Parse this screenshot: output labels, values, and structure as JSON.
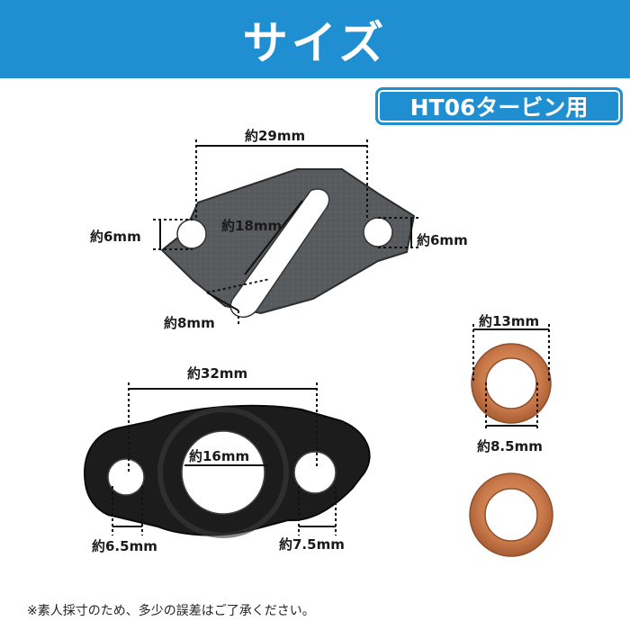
{
  "header": {
    "title": "サイズ"
  },
  "badge": {
    "text": "HT06タービン用"
  },
  "gasket_top": {
    "width_label": "約29mm",
    "slot_length_label": "約18mm",
    "slot_width_label": "約8mm",
    "left_hole_label": "約6mm",
    "right_hole_label": "約6mm"
  },
  "gasket_bottom": {
    "width_label": "約32mm",
    "center_hole_label": "約16mm",
    "left_hole_label": "約6.5mm",
    "right_hole_label": "約7.5mm"
  },
  "washer": {
    "outer_label": "約13mm",
    "inner_label": "約8.5mm"
  },
  "footnote": "※素人採寸のため、多少の誤差はご了承ください。",
  "colors": {
    "header": "#1f8fd1",
    "copper": "#c97a4a",
    "gasket_grey": "#55585a",
    "gasket_black": "#1c1c1c"
  }
}
